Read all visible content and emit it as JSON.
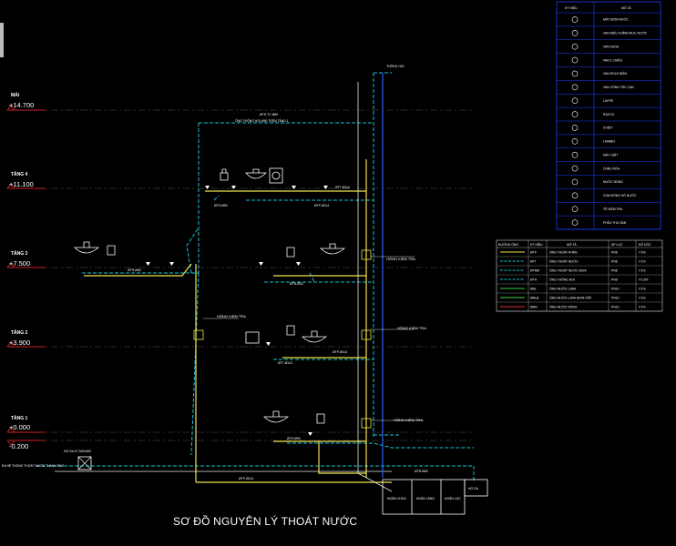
{
  "title": "SƠ ĐỒ NGUYÊN LÝ THOÁT NƯỚC",
  "levels": [
    {
      "name": "MÁI",
      "elev": "+14.700"
    },
    {
      "name": "TẦNG 4",
      "elev": "+11.100"
    },
    {
      "name": "TẦNG 3",
      "elev": "+7.500"
    },
    {
      "name": "TẦNG 2",
      "elev": "+3.900"
    },
    {
      "name": "TẦNG 1",
      "elev": "+0.000"
    },
    {
      "name": "",
      "elev": "-0.200"
    }
  ],
  "labels": {
    "vent_top": "THÔNG HƠI",
    "vent_pipe": "ỐNG THÔNG HƠI Ø90 TRÊN TẦNG 1",
    "vent_pipe_code": "ØTH-TC Ø60",
    "cleanout_3": "HỘNG KIỂM TRA",
    "cleanout_2a": "HỘNG KIỂM TRA",
    "cleanout_2b": "HỘNG KIỂM TRA",
    "cleanout_1": "HỘNG KIỂM TRA",
    "city_sewer": "RA HỆ THỐNG THOÁT NƯỚC THÀNH PHỐ",
    "manhole": "HỐ GA KT 600×600",
    "tank_1": "NGĂN CHỨA",
    "tank_2": "NGĂN LẮNG",
    "tank_3": "NGĂN LỌC",
    "tank_4": "HỐ GA",
    "pipe_codes": [
      "ØTT-Ø114",
      "ØTH-Ø90",
      "ØTP-Ø114",
      "ØTR-Ø60",
      "ØTN-Ø34",
      "ØTP-Ø114",
      "ØTT-Ø114",
      "ØTH-Ø90",
      "ØTR-Ø60",
      "ØTP-Ø114"
    ]
  },
  "legend": {
    "headers": [
      "KÝ HIỆU",
      "MÔ TẢ"
    ],
    "items": [
      "MÁY BƠM NƯỚC",
      "VAN ĐIỆU CHỈNH MỰC NƯỚC",
      "VAN KHÓA",
      "VAN 1 CHIỀU",
      "VAN ROLE ĐIỆN",
      "VAN CÔNG TẮC CẠN",
      "LUPPE",
      "RACCO",
      "XÍ BỆT",
      "LAVABO",
      "MÁY GIẶT",
      "CHẬU RỬA",
      "NƯỚC NÓNG",
      "CỤM ĐỒNG HỒ NƯỚC",
      "TÊ KIỂM TRA",
      "PHỄU THU SÀN"
    ]
  },
  "pipe_table": {
    "headers": [
      "ĐƯỜNG ỐNG",
      "KÝ HIỆU",
      "MÔ TẢ",
      "ÁP LỰC",
      "ĐỘ DỐC"
    ],
    "rows": [
      [
        "",
        "ØTP",
        "ỐNG THOÁT PHÂN",
        "PN8",
        "i=2%"
      ],
      [
        "",
        "ØTT",
        "ỐNG THOÁT NƯỚC",
        "PN8",
        "i=1%"
      ],
      [
        "",
        "ØTRM",
        "ỐNG THOÁT NƯỚC MƯA",
        "PN8",
        "i=1%"
      ],
      [
        "",
        "ØTH",
        "ỐNG THÔNG HƠI",
        "PN8",
        "i=1.5%"
      ],
      [
        "",
        "ØNL",
        "ỐNG NƯỚC LẠNH",
        "PN10",
        "i=1%"
      ],
      [
        "",
        "ØNLB",
        "ỐNG NƯỚC LẠNH BƠM CẤP",
        "PN10",
        "i=1%"
      ],
      [
        "",
        "ØNN",
        "ỐNG NƯỚC NÓNG",
        "PN10",
        "i=1%"
      ]
    ]
  },
  "colors": {
    "level_line": "#cc2222",
    "vent": "#19c3d6",
    "soil": "#f0e24c",
    "waste": "#e8e8e8",
    "stack": "#2b5cff",
    "table": "#1f3cff"
  }
}
